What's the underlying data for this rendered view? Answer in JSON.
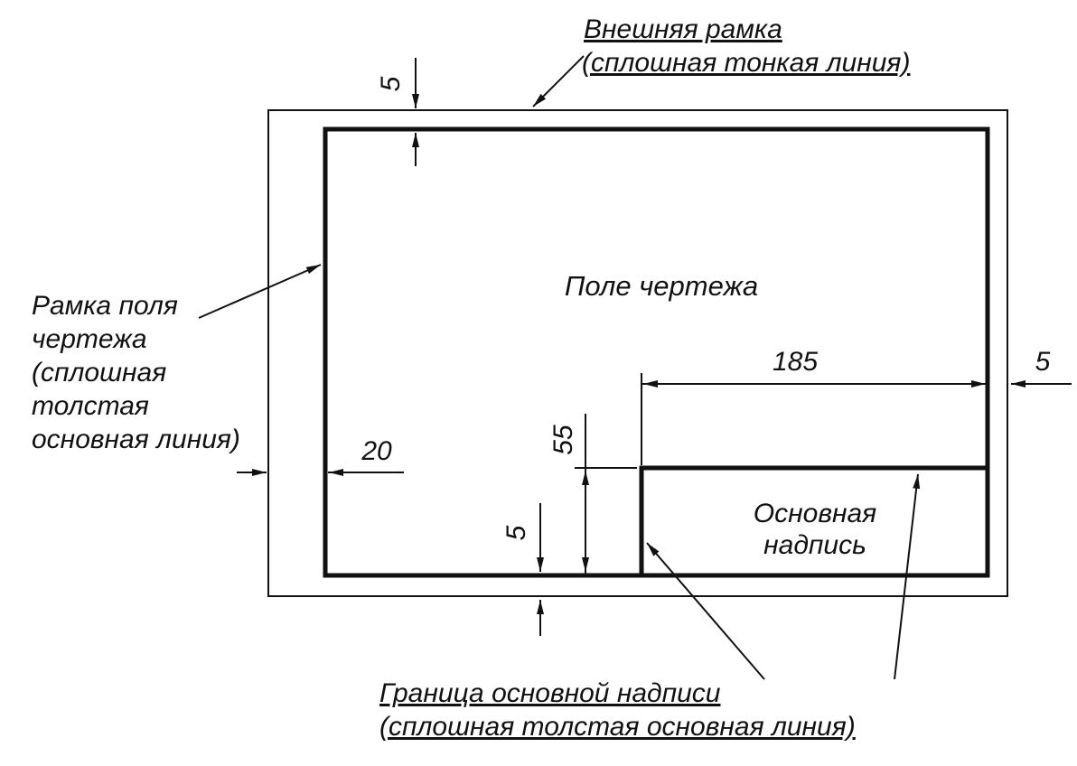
{
  "diagram": {
    "drawing_field_label": "Поле чертежа",
    "title_block_label_line1": "Основная",
    "title_block_label_line2": "надпись"
  },
  "callouts": {
    "outer_frame": {
      "line1": "Внешняя рамка",
      "line2": "(сплошная тонкая линия)"
    },
    "field_frame": {
      "line1": "Рамка поля",
      "line2": "чертежа",
      "line3": "(сплошная",
      "line4": "толстая",
      "line5": "основная линия)"
    },
    "title_block_border": {
      "line1": "Граница основной надписи",
      "line2": "(сплошная толстая основная линия)"
    }
  },
  "dimensions": {
    "top_margin": "5",
    "right_margin": "5",
    "left_margin": "20",
    "title_block_width": "185",
    "title_block_height": "55",
    "bottom_margin": "5"
  },
  "colors": {
    "line": "#111111",
    "background": "#ffffff"
  }
}
